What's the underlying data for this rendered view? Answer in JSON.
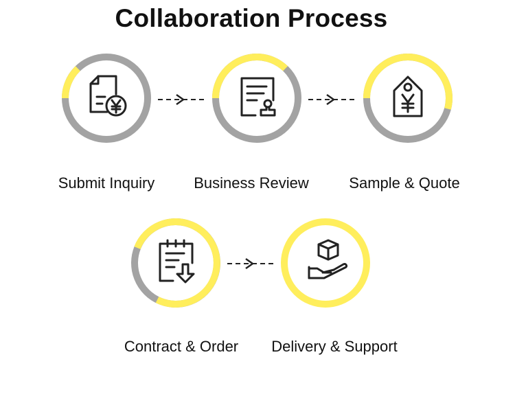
{
  "title": "Collaboration Process",
  "colors": {
    "yellow": "#FFEE5C",
    "gray": "#A3A3A3",
    "icon": "#222222"
  },
  "steps": [
    {
      "label": "Submit Inquiry",
      "icon": "document-yuan-icon"
    },
    {
      "label": "Business Review",
      "icon": "document-stamp-icon"
    },
    {
      "label": "Sample & Quote",
      "icon": "price-tag-yuan-icon"
    },
    {
      "label": "Contract & Order",
      "icon": "clipboard-download-icon"
    },
    {
      "label": "Delivery & Support",
      "icon": "hand-package-icon"
    }
  ]
}
